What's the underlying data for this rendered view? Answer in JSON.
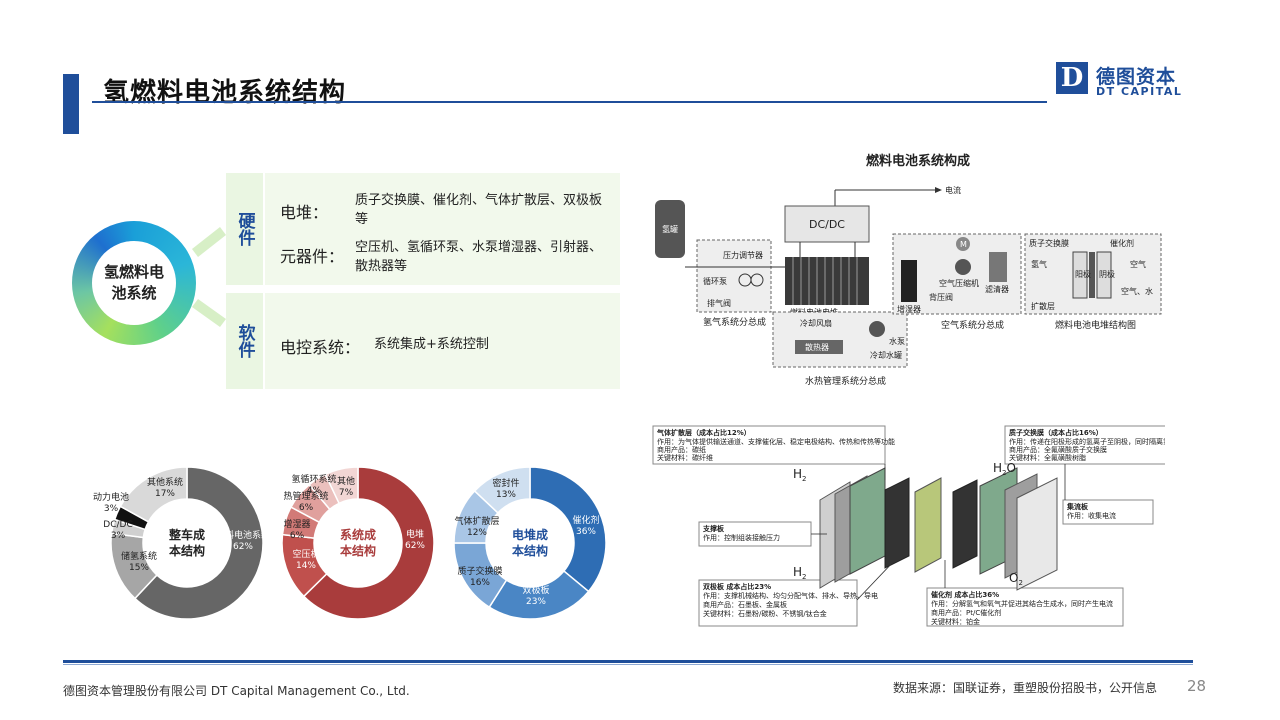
{
  "header": {
    "title": "氢燃料电池系统结构",
    "logo_mark": "D",
    "logo_cn": "德图资本",
    "logo_en": "DT CAPITAL"
  },
  "composition": {
    "center": "氢燃料电池系统",
    "hardware": {
      "tab": "硬件",
      "rows": [
        {
          "label": "电堆：",
          "desc": "质子交换膜、催化剂、气体扩散层、双极板等"
        },
        {
          "label": "元器件：",
          "desc": "空压机、氢循环泵、水泵增湿器、引射器、散热器等"
        }
      ]
    },
    "software": {
      "tab": "软件",
      "rows": [
        {
          "label": "电控系统：",
          "desc": "系统集成+系统控制"
        }
      ]
    }
  },
  "system_diagram": {
    "title": "燃料电池系统构成",
    "labels": {
      "current": "电流",
      "dcdc": "DC/DC",
      "tank": "氢罐",
      "pressure_valve": "压力调节器",
      "circ_pump": "循环泵",
      "exhaust_valve": "排气阀",
      "stack": "燃料电池电堆",
      "fan": "冷却风扇",
      "radiator": "散热器",
      "water_pump": "水泵",
      "cool_tank": "冷却水罐",
      "humidifier": "增湿器",
      "back_valve": "背压阀",
      "compressor": "空气压缩机",
      "filter": "滤清器",
      "m": "M",
      "pem": "质子交换膜",
      "catalyst": "催化剂",
      "h2": "氢气",
      "air": "空气",
      "anode": "阳极",
      "cathode": "阴极",
      "diffusion": "扩散层",
      "air_water": "空气、水"
    },
    "captions": {
      "hydrogen": "氢气系统分总成",
      "air": "空气系统分总成",
      "stack": "燃料电池电堆结构图",
      "thermal": "水热管理系统分总成"
    }
  },
  "donuts": [
    {
      "center": "整车成本结构",
      "segments": [
        {
          "label": "燃料电池系统",
          "value": 62,
          "color": "#666666"
        },
        {
          "label": "储氢系统",
          "value": 15,
          "color": "#a6a6a6"
        },
        {
          "label": "DC/DC",
          "value": 3,
          "color": "#d0d0d0"
        },
        {
          "label": "动力电池",
          "value": 3,
          "color": "#111111"
        },
        {
          "label": "其他系统",
          "value": 17,
          "color": "#d9d9d9"
        }
      ],
      "labels": [
        {
          "name": "燃料电池系统",
          "pct": "62%"
        },
        {
          "name": "储氢系统",
          "pct": "15%"
        },
        {
          "name": "DC/DC",
          "pct": "3%"
        },
        {
          "name": "动力电池",
          "pct": "3%"
        },
        {
          "name": "其他系统",
          "pct": "17%"
        }
      ]
    },
    {
      "center": "系统成本结构",
      "segments": [
        {
          "label": "电堆",
          "value": 62,
          "color": "#a93c3c"
        },
        {
          "label": "空压机",
          "value": 14,
          "color": "#c0504d"
        },
        {
          "label": "增湿器",
          "value": 6,
          "color": "#d27a77"
        },
        {
          "label": "热管理系统",
          "value": 6,
          "color": "#e0a09d"
        },
        {
          "label": "氢循环系统",
          "value": 4,
          "color": "#ebc0bd"
        },
        {
          "label": "其他",
          "value": 7,
          "color": "#f2d6d4"
        }
      ],
      "labels": [
        {
          "name": "电堆",
          "pct": "62%"
        },
        {
          "name": "空压机",
          "pct": "14%"
        },
        {
          "name": "增湿器",
          "pct": "6%"
        },
        {
          "name": "热管理系统",
          "pct": "6%"
        },
        {
          "name": "氢循环系统",
          "pct": "4%"
        },
        {
          "name": "其他",
          "pct": "7%"
        }
      ]
    },
    {
      "center": "电堆成本结构",
      "segments": [
        {
          "label": "催化剂",
          "value": 36,
          "color": "#2e6db4"
        },
        {
          "label": "双极板",
          "value": 23,
          "color": "#4a86c5"
        },
        {
          "label": "质子交换膜",
          "value": 16,
          "color": "#7aa6d6"
        },
        {
          "label": "气体扩散层",
          "value": 12,
          "color": "#a9c6e6"
        },
        {
          "label": "密封件",
          "value": 13,
          "color": "#cfdff0"
        }
      ],
      "labels": [
        {
          "name": "催化剂",
          "pct": "36%"
        },
        {
          "name": "双极板",
          "pct": "23%"
        },
        {
          "name": "质子交换膜",
          "pct": "16%"
        },
        {
          "name": "气体扩散层",
          "pct": "12%"
        },
        {
          "name": "密封件",
          "pct": "13%"
        }
      ]
    }
  ],
  "stack_diagram": {
    "boxes": {
      "gdl": {
        "title": "气体扩散层（成本占比12%）",
        "lines": [
          "作用：为气体提供输送通道、支撑催化层、稳定电极结构、传热和传热等功能",
          "商用产品：碳纸",
          "关键材料：碳纤维"
        ]
      },
      "pem": {
        "title": "质子交换膜（成本占比16%）",
        "lines": [
          "作用：传递在阳极形成的氢离子至阴极，同时隔离氢气与氧气",
          "商用产品：全氟磺酸质子交换膜",
          "关键材料：全氟磺酸树脂"
        ]
      },
      "support": {
        "title": "支撑板",
        "lines": [
          "作用：控制组装接触压力"
        ]
      },
      "collector": {
        "title": "集流板",
        "lines": [
          "作用：收集电流"
        ]
      },
      "bipolar": {
        "title": "双极板 成本占比23%",
        "lines": [
          "作用：支撑机械结构、均匀分配气体、排水、导热、导电",
          "商用产品：石墨板、金属板",
          "关键材料：石墨粉/碳粉、不锈钢/钛合金"
        ]
      },
      "catalyst": {
        "title": "催化剂 成本占比36%",
        "lines": [
          "作用：分解氢气和氧气并促进其结合生成水，同时产生电流",
          "商用产品：Pt/C催化剂",
          "关键材料：铂金"
        ]
      }
    },
    "chem": {
      "h2_top": "H",
      "h2_top_sub": "2",
      "h2o": "H",
      "h2o_sub": "2",
      "h2o_o": "O",
      "h2_bot": "H",
      "h2_bot_sub": "2",
      "o2": "O",
      "o2_sub": "2"
    }
  },
  "footer": {
    "company": "德图资本管理股份有限公司 DT Capital Management Co., Ltd.",
    "source": "数据来源：国联证券，重塑股份招股书，公开信息",
    "page": "28"
  }
}
